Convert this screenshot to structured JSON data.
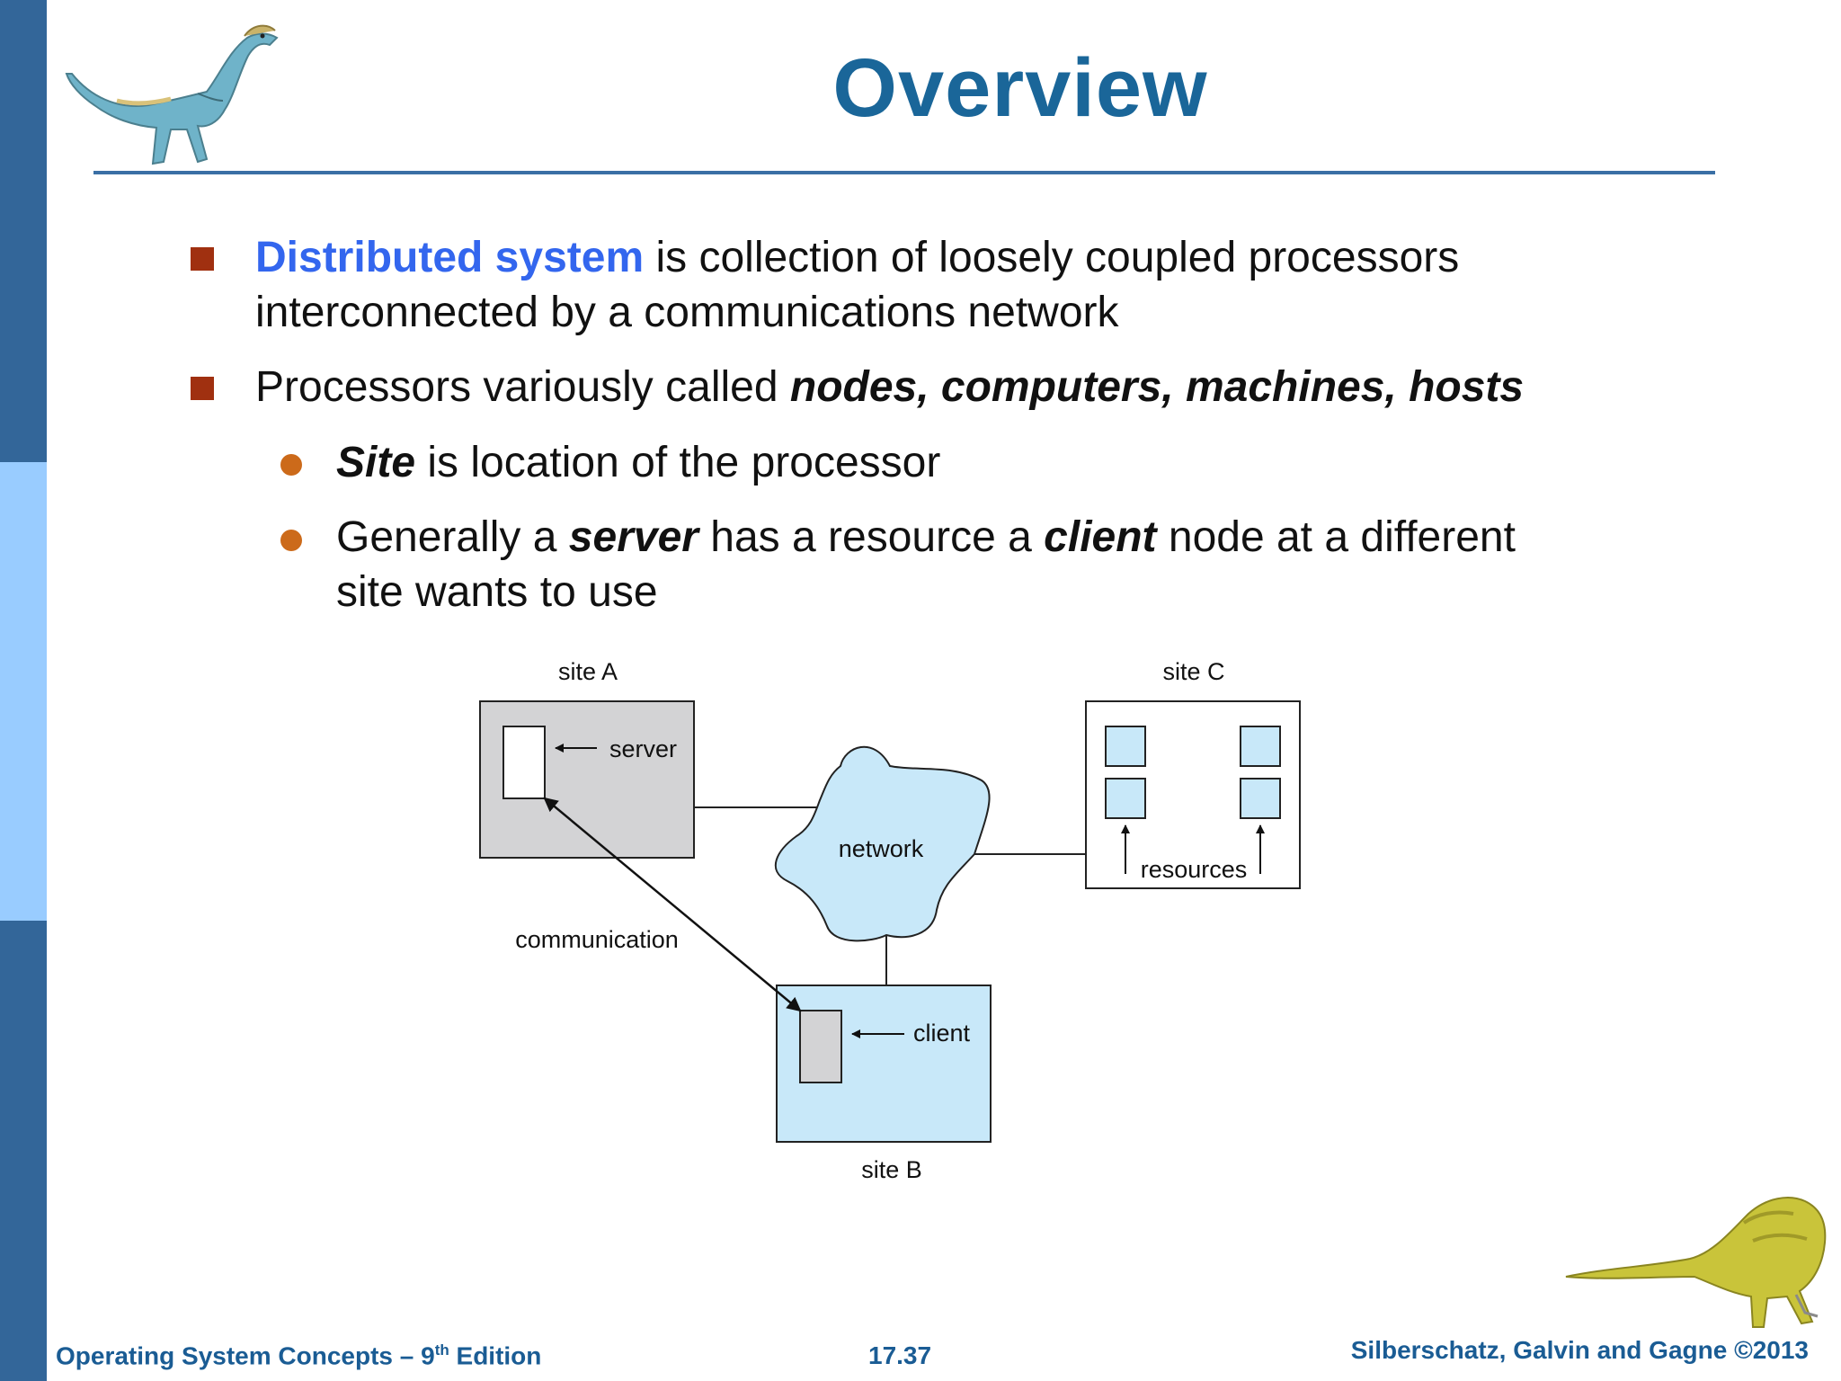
{
  "slide": {
    "title": "Overview"
  },
  "bullets": {
    "b1": {
      "term": "Distributed system",
      "line1_rest": " is collection of loosely coupled processors",
      "line2": "interconnected by a communications network"
    },
    "b2": {
      "text": "Processors variously called ",
      "terms": "nodes, computers, machines, hosts"
    },
    "b2a": {
      "term": "Site",
      "rest": " is location of the processor"
    },
    "b2b": {
      "t1": "Generally a ",
      "server": "server",
      "t2": " has a resource a ",
      "client": "client",
      "t3": " node at a different",
      "line2": "site wants to use"
    }
  },
  "diagram": {
    "site_a": "site A",
    "site_b": "site B",
    "site_c": "site C",
    "server": "server",
    "client": "client",
    "network": "network",
    "resources": "resources",
    "communication": "communication"
  },
  "footer": {
    "book": "Operating System Concepts – 9",
    "sup": "th",
    "edition": " Edition",
    "page": "17.37",
    "authors": "Silberschatz, Galvin and Gagne ©2013"
  },
  "colors": {
    "title": "#1a6699",
    "highlight": "#3366ee",
    "square_bullet": "#a03010",
    "round_bullet": "#cc6a1a",
    "site_a_fill": "#d3d3d5",
    "site_b_fill": "#c8e8f9",
    "cloud_fill": "#c8e8f9"
  }
}
